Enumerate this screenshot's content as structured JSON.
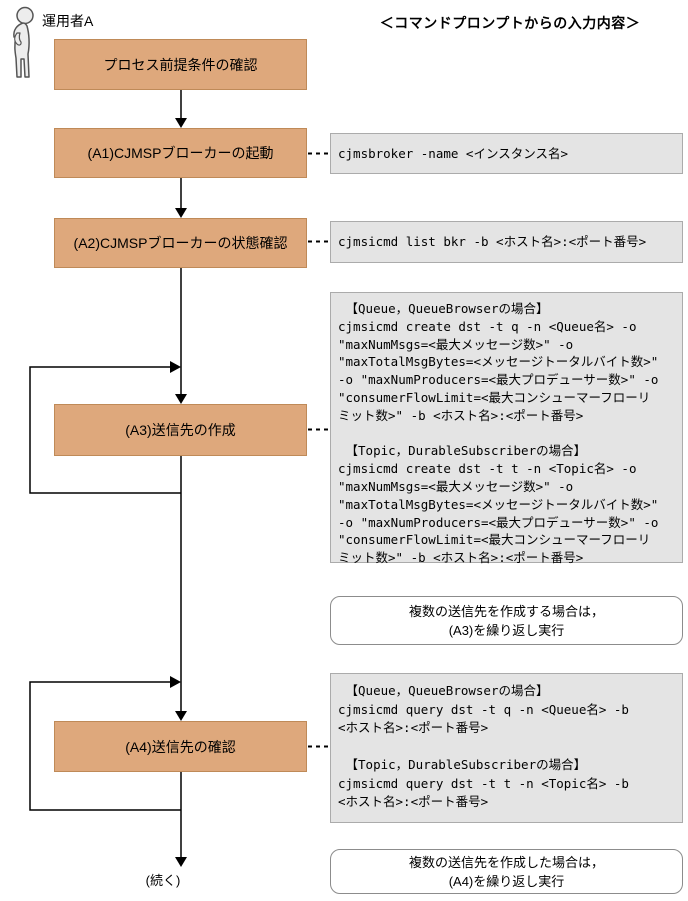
{
  "page": {
    "actor_label": "運用者A",
    "title": "＜コマンドプロンプトからの入力内容＞",
    "continue_label": "(続く)"
  },
  "colors": {
    "process_box_fill": "#DEA87C",
    "process_box_border": "#BF8A58",
    "command_box_fill": "#E4E4E4",
    "command_box_border": "#ABABAB",
    "note_box_border": "#8C8C8C",
    "line_color": "#000000"
  },
  "process_boxes": [
    {
      "id": "precondition",
      "label": "プロセス前提条件の確認"
    },
    {
      "id": "a1",
      "label": "(A1)CJMSPブローカーの起動"
    },
    {
      "id": "a2",
      "label": "(A2)CJMSPブローカーの状態確認"
    },
    {
      "id": "a3",
      "label": "(A3)送信先の作成"
    },
    {
      "id": "a4",
      "label": "(A4)送信先の確認"
    }
  ],
  "command_boxes": [
    {
      "for": "a1",
      "text": "cjmsbroker -name <インスタンス名>"
    },
    {
      "for": "a2",
      "text": "cjmsicmd list bkr -b <ホスト名>:<ポート番号>"
    },
    {
      "for": "a3",
      "text": " 【Queue，QueueBrowserの場合】\ncjmsicmd create dst -t q -n <Queue名> -o\n\"maxNumMsgs=<最大メッセージ数>\" -o\n\"maxTotalMsgBytes=<メッセージトータルバイト数>\"\n-o \"maxNumProducers=<最大プロデューサー数>\" -o\n\"consumerFlowLimit=<最大コンシューマーフローリ\nミット数>\" -b <ホスト名>:<ポート番号>\n\n 【Topic，DurableSubscriberの場合】\ncjmsicmd create dst -t t -n <Topic名> -o\n\"maxNumMsgs=<最大メッセージ数>\" -o\n\"maxTotalMsgBytes=<メッセージトータルバイト数>\"\n-o \"maxNumProducers=<最大プロデューサー数>\" -o\n\"consumerFlowLimit=<最大コンシューマーフローリ\nミット数>\" -b <ホスト名>:<ポート番号>"
    },
    {
      "for": "a4",
      "text": " 【Queue，QueueBrowserの場合】\ncjmsicmd query dst -t q -n <Queue名> -b\n<ホスト名>:<ポート番号>\n\n 【Topic，DurableSubscriberの場合】\ncjmsicmd query dst -t t -n <Topic名> -b\n<ホスト名>:<ポート番号>"
    }
  ],
  "note_boxes": [
    {
      "text": "複数の送信先を作成する場合は，\n(A3)を繰り返し実行"
    },
    {
      "text": "複数の送信先を作成した場合は，\n(A4)を繰り返し実行"
    }
  ]
}
